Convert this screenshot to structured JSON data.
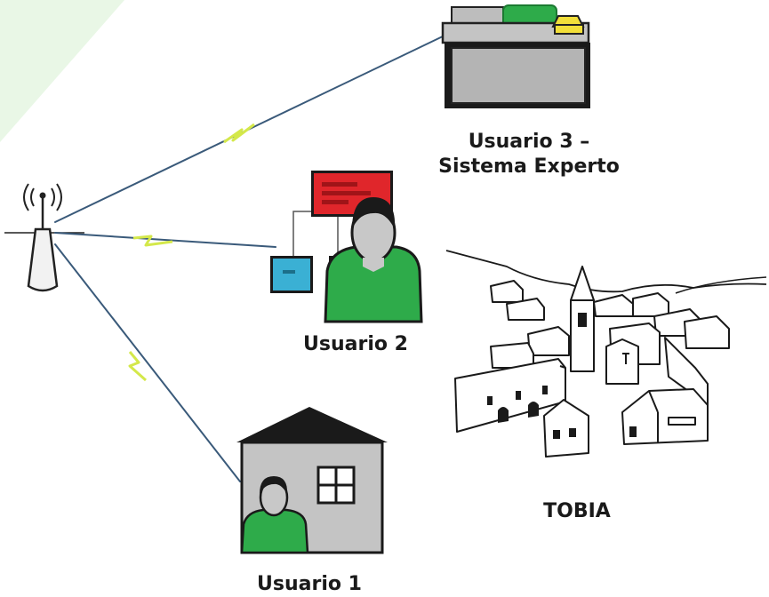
{
  "labels": {
    "user3_line1": "Usuario 3 –",
    "user3_line2": "Sistema Experto",
    "user2": "Usuario 2",
    "user1": "Usuario 1",
    "town": "TOBIA"
  },
  "icons": {
    "antenna": "radio-antenna-icon",
    "expert_system": "computer-terminal-icon",
    "user2": "person-with-screens-icon",
    "user1": "person-in-house-icon",
    "town": "village-sketch-icon"
  },
  "colors": {
    "link_line": "#3a5a7a",
    "lightning": "#d4e84a",
    "person_green": "#2eab4a",
    "screen_red": "#e0262b",
    "screen_blue": "#3ab0d4",
    "house_gray": "#c4c4c4",
    "corner_tint": "#e9f7e6"
  }
}
